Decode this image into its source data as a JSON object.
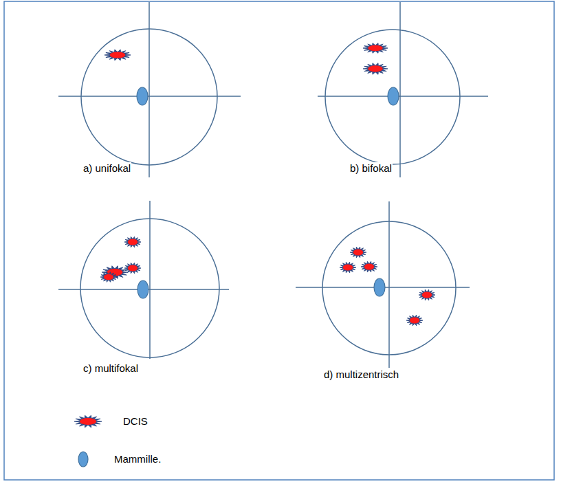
{
  "diagram": {
    "labels": [
      "a) unifokal",
      "b) bifokal",
      "c) multifokal",
      "d) multizentrisch"
    ],
    "legend": [
      {
        "text": "DCIS"
      },
      {
        "text": "Mammille."
      }
    ]
  }
}
